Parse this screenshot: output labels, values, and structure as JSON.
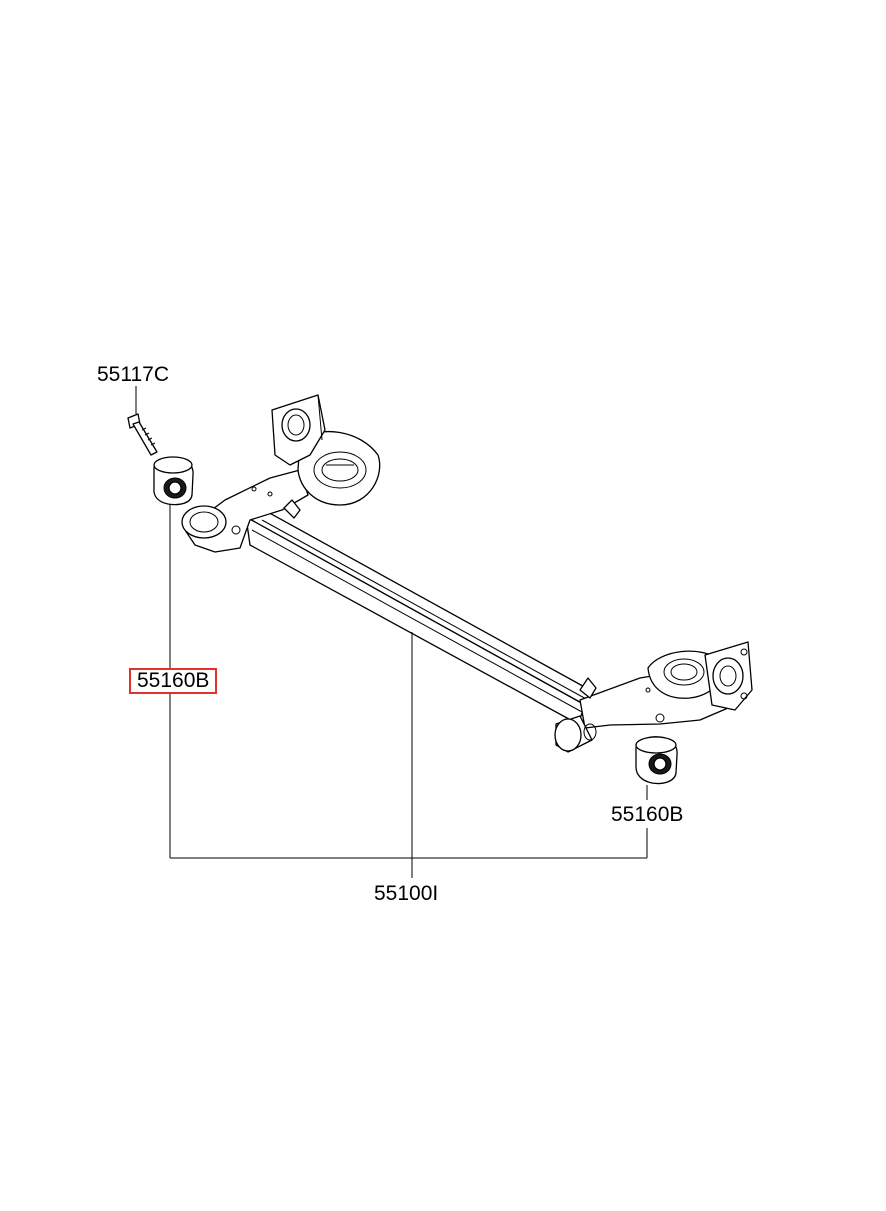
{
  "labels": {
    "bolt": "55117C",
    "bushing_left": "55160B",
    "bushing_right": "55160B",
    "axle_assembly": "55100I"
  },
  "colors": {
    "highlight_border": "#e0312c",
    "line": "#000000",
    "background": "#ffffff"
  },
  "icons": {
    "bolt": "bolt-icon",
    "bushing": "bushing-icon",
    "axle": "torsion-beam-axle-icon"
  }
}
